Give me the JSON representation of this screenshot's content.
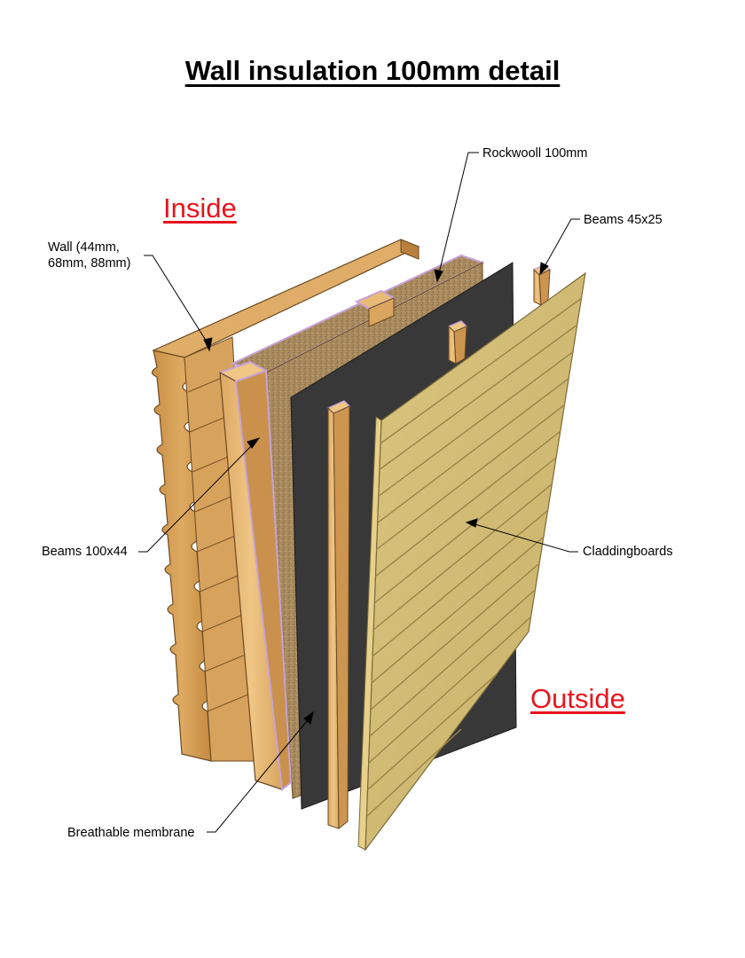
{
  "title": "Wall insulation 100mm detail",
  "sides": {
    "inside": "Inside",
    "outside": "Outside",
    "color": "#e8141c"
  },
  "callouts": {
    "wall": "Wall (44mm,\n68mm, 88mm)",
    "rockwool": "Rockwooll 100mm",
    "beams_small": "Beams 45x25",
    "beams_large": "Beams 100x44",
    "cladding": "Claddingboards",
    "membrane": "Breathable membrane"
  },
  "colors": {
    "log_wood": "#d9a45a",
    "beam_wood": "#e6b870",
    "rockwool": "#a88a5e",
    "membrane": "#3a3a3a",
    "cladding": "#d4bf78"
  }
}
